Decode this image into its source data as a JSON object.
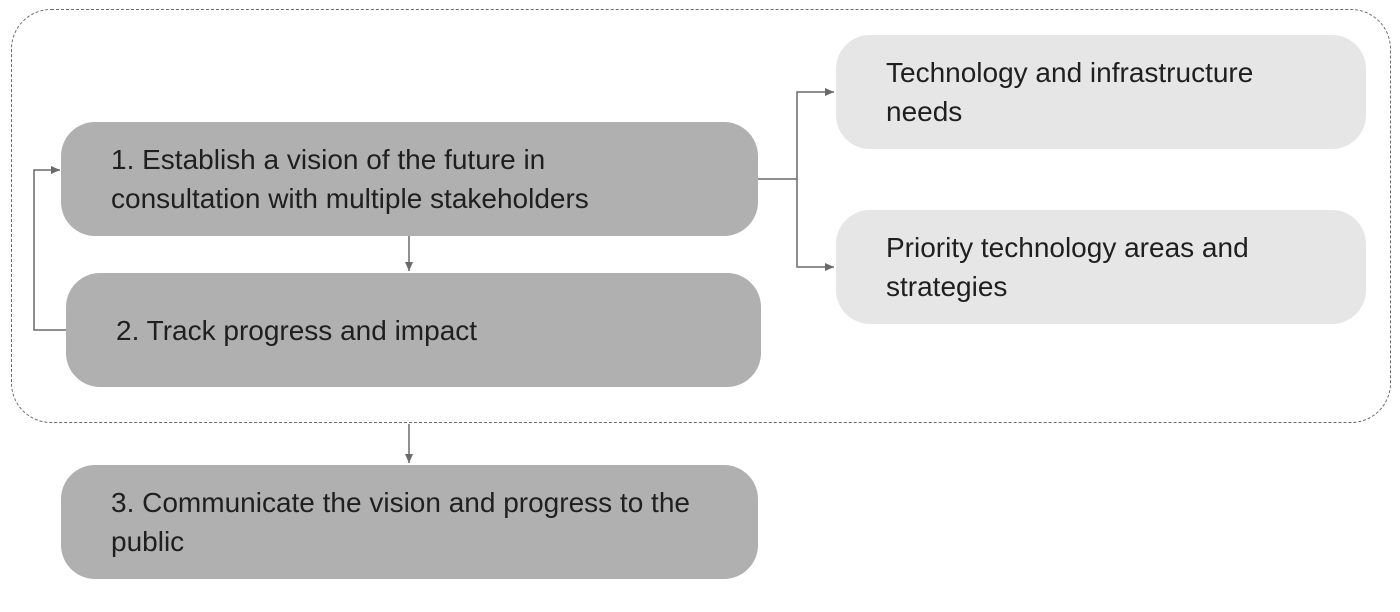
{
  "diagram": {
    "steps": {
      "step1": "1. Establish a vision of the future in consultation with multiple stakeholders",
      "step2": "2. Track progress and impact",
      "step3": "3. Communicate the vision and progress to the public"
    },
    "outputs": {
      "tech_infrastructure": "Technology and infrastructure needs",
      "priority_areas": "Priority technology areas and strategies"
    },
    "colors": {
      "step_box": "#b0b0b0",
      "output_box": "#e6e6e6",
      "connector": "#6a6a6a",
      "text": "#1f1f1f"
    }
  }
}
